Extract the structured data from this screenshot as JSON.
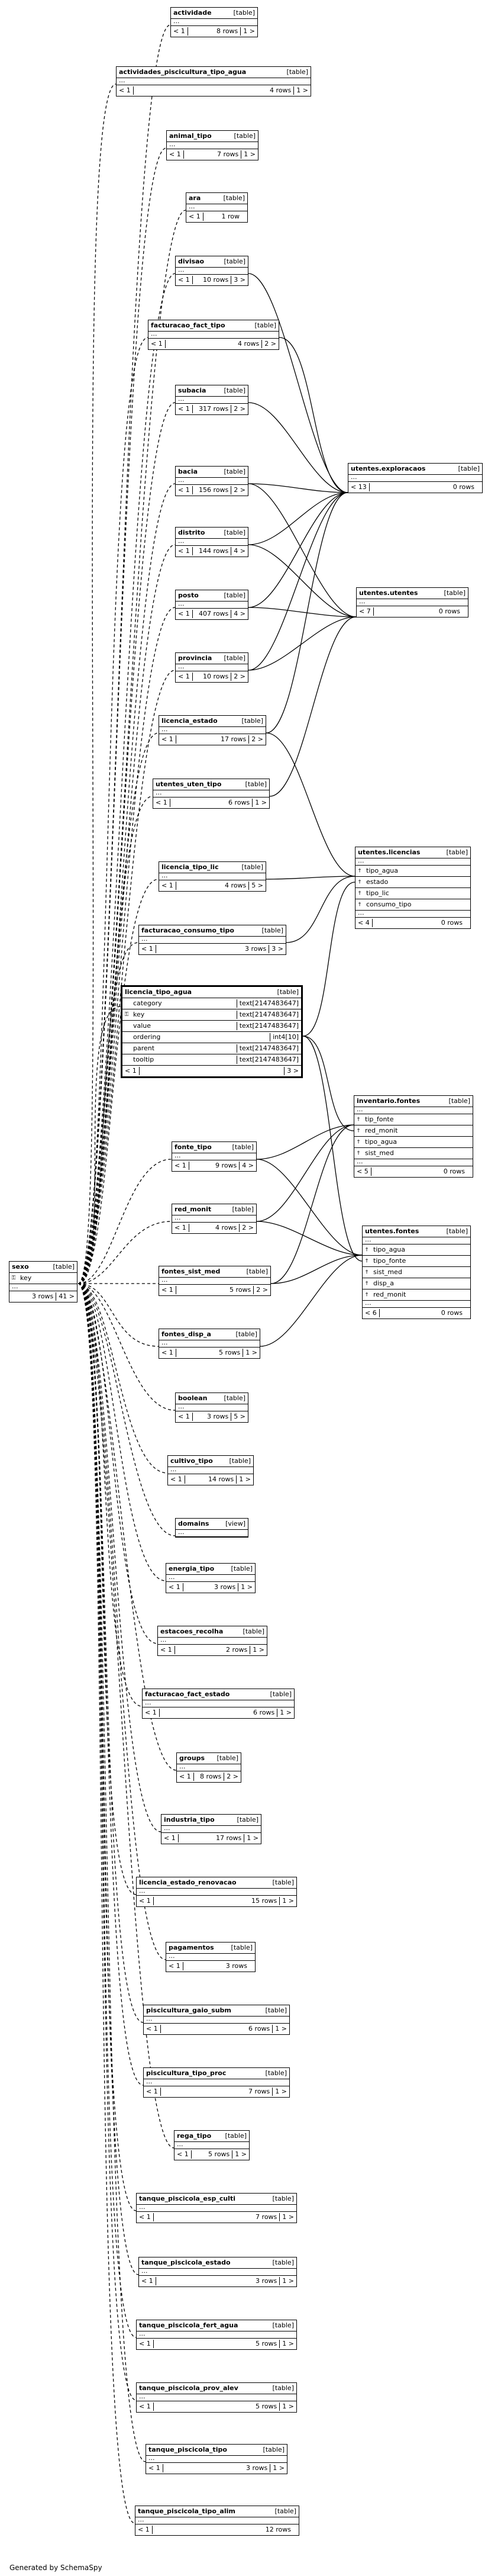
{
  "focus_table": {
    "name": "licencia_tipo_agua",
    "kind": "[table]",
    "columns": [
      {
        "name": "category",
        "type": "text[2147483647]"
      },
      {
        "name": "key",
        "type": "text[2147483647]",
        "pk": true
      },
      {
        "name": "value",
        "type": "text[2147483647]"
      },
      {
        "name": "ordering",
        "type": "int4[10]"
      },
      {
        "name": "parent",
        "type": "text[2147483647]"
      },
      {
        "name": "tooltip",
        "type": "text[2147483647]"
      }
    ],
    "footer": {
      "left": "< 1",
      "rows": "",
      "right": "3 >"
    }
  },
  "sexo_table": {
    "name": "sexo",
    "kind": "[table]",
    "columns": [
      {
        "name": "key",
        "pk": true
      }
    ],
    "footer": {
      "left": "3 rows",
      "right": "41 >"
    }
  },
  "tables": [
    {
      "name": "actividade",
      "kind": "[table]",
      "left": "< 1",
      "rows": "8 rows",
      "right": "1 >"
    },
    {
      "name": "actividades_piscicultura_tipo_agua",
      "kind": "[table]",
      "left": "< 1",
      "rows": "4 rows",
      "right": "1 >"
    },
    {
      "name": "animal_tipo",
      "kind": "[table]",
      "left": "< 1",
      "rows": "7 rows",
      "right": "1 >"
    },
    {
      "name": "ara",
      "kind": "[table]",
      "left": "< 1",
      "rows": "1 row",
      "right": ""
    },
    {
      "name": "divisao",
      "kind": "[table]",
      "left": "< 1",
      "rows": "10 rows",
      "right": "3 >"
    },
    {
      "name": "facturacao_fact_tipo",
      "kind": "[table]",
      "left": "< 1",
      "rows": "4 rows",
      "right": "2 >"
    },
    {
      "name": "subacia",
      "kind": "[table]",
      "left": "< 1",
      "rows": "317 rows",
      "right": "2 >"
    },
    {
      "name": "bacia",
      "kind": "[table]",
      "left": "< 1",
      "rows": "156 rows",
      "right": "2 >"
    },
    {
      "name": "distrito",
      "kind": "[table]",
      "left": "< 1",
      "rows": "144 rows",
      "right": "4 >"
    },
    {
      "name": "posto",
      "kind": "[table]",
      "left": "< 1",
      "rows": "407 rows",
      "right": "4 >"
    },
    {
      "name": "provincia",
      "kind": "[table]",
      "left": "< 1",
      "rows": "10 rows",
      "right": "2 >"
    },
    {
      "name": "licencia_estado",
      "kind": "[table]",
      "left": "< 1",
      "rows": "17 rows",
      "right": "2 >"
    },
    {
      "name": "utentes_uten_tipo",
      "kind": "[table]",
      "left": "< 1",
      "rows": "6 rows",
      "right": "1 >"
    },
    {
      "name": "licencia_tipo_lic",
      "kind": "[table]",
      "left": "< 1",
      "rows": "4 rows",
      "right": "5 >"
    },
    {
      "name": "facturacao_consumo_tipo",
      "kind": "[table]",
      "left": "< 1",
      "rows": "3 rows",
      "right": "3 >"
    },
    {
      "name": "fonte_tipo",
      "kind": "[table]",
      "left": "< 1",
      "rows": "9 rows",
      "right": "4 >"
    },
    {
      "name": "red_monit",
      "kind": "[table]",
      "left": "< 1",
      "rows": "4 rows",
      "right": "2 >"
    },
    {
      "name": "fontes_sist_med",
      "kind": "[table]",
      "left": "< 1",
      "rows": "5 rows",
      "right": "2 >"
    },
    {
      "name": "fontes_disp_a",
      "kind": "[table]",
      "left": "< 1",
      "rows": "5 rows",
      "right": "1 >"
    },
    {
      "name": "boolean",
      "kind": "[table]",
      "left": "< 1",
      "rows": "3 rows",
      "right": "5 >"
    },
    {
      "name": "cultivo_tipo",
      "kind": "[table]",
      "left": "< 1",
      "rows": "14 rows",
      "right": "1 >"
    },
    {
      "name": "domains",
      "kind": "[view]",
      "left": "",
      "rows": "",
      "right": ""
    },
    {
      "name": "energia_tipo",
      "kind": "[table]",
      "left": "< 1",
      "rows": "3 rows",
      "right": "1 >"
    },
    {
      "name": "estacoes_recolha",
      "kind": "[table]",
      "left": "< 1",
      "rows": "2 rows",
      "right": "1 >"
    },
    {
      "name": "facturacao_fact_estado",
      "kind": "[table]",
      "left": "< 1",
      "rows": "6 rows",
      "right": "1 >"
    },
    {
      "name": "groups",
      "kind": "[table]",
      "left": "< 1",
      "rows": "8 rows",
      "right": "2 >"
    },
    {
      "name": "industria_tipo",
      "kind": "[table]",
      "left": "< 1",
      "rows": "17 rows",
      "right": "1 >"
    },
    {
      "name": "licencia_estado_renovacao",
      "kind": "[table]",
      "left": "< 1",
      "rows": "15 rows",
      "right": "1 >"
    },
    {
      "name": "pagamentos",
      "kind": "[table]",
      "left": "< 1",
      "rows": "3 rows",
      "right": ""
    },
    {
      "name": "piscicultura_gaio_subm",
      "kind": "[table]",
      "left": "< 1",
      "rows": "6 rows",
      "right": "1 >"
    },
    {
      "name": "piscicultura_tipo_proc",
      "kind": "[table]",
      "left": "< 1",
      "rows": "7 rows",
      "right": "1 >"
    },
    {
      "name": "rega_tipo",
      "kind": "[table]",
      "left": "< 1",
      "rows": "5 rows",
      "right": "1 >"
    },
    {
      "name": "tanque_piscicola_esp_culti",
      "kind": "[table]",
      "left": "< 1",
      "rows": "7 rows",
      "right": "1 >"
    },
    {
      "name": "tanque_piscicola_estado",
      "kind": "[table]",
      "left": "< 1",
      "rows": "3 rows",
      "right": "1 >"
    },
    {
      "name": "tanque_piscicola_fert_agua",
      "kind": "[table]",
      "left": "< 1",
      "rows": "5 rows",
      "right": "1 >"
    },
    {
      "name": "tanque_piscicola_prov_alev",
      "kind": "[table]",
      "left": "< 1",
      "rows": "5 rows",
      "right": "1 >"
    },
    {
      "name": "tanque_piscicola_tipo",
      "kind": "[table]",
      "left": "< 1",
      "rows": "3 rows",
      "right": "1 >"
    },
    {
      "name": "tanque_piscicola_tipo_alim",
      "kind": "[table]",
      "left": "< 1",
      "rows": "12 rows",
      "right": ""
    }
  ],
  "right_tables": [
    {
      "name": "utentes.exploracaos",
      "kind": "[table]",
      "columns": [],
      "left": "< 13",
      "rows": "0 rows",
      "right": ""
    },
    {
      "name": "utentes.utentes",
      "kind": "[table]",
      "columns": [],
      "left": "< 7",
      "rows": "0 rows",
      "right": ""
    },
    {
      "name": "utentes.licencias",
      "kind": "[table]",
      "columns": [
        "tipo_agua",
        "estado",
        "tipo_lic",
        "consumo_tipo"
      ],
      "left": "< 4",
      "rows": "0 rows",
      "right": ""
    },
    {
      "name": "inventario.fontes",
      "kind": "[table]",
      "columns": [
        "tip_fonte",
        "red_monit",
        "tipo_agua",
        "sist_med"
      ],
      "left": "< 5",
      "rows": "0 rows",
      "right": ""
    },
    {
      "name": "utentes.fontes",
      "kind": "[table]",
      "columns": [
        "tipo_agua",
        "tipo_fonte",
        "sist_med",
        "disp_a",
        "red_monit"
      ],
      "left": "< 6",
      "rows": "0 rows",
      "right": ""
    }
  ],
  "credit": "Generated by SchemaSpy"
}
